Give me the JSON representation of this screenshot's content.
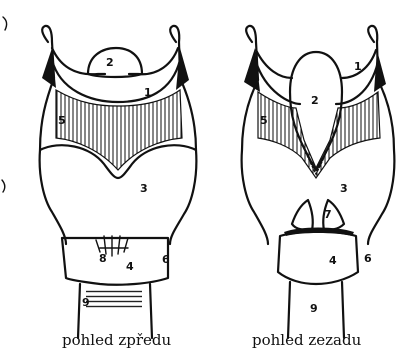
{
  "figure": {
    "front_view": {
      "caption": "pohled zpředu",
      "labels": {
        "l1": "1",
        "l2": "2",
        "l3": "3",
        "l4": "4",
        "l5": "5",
        "l6": "6",
        "l8": "8",
        "l9": "9"
      }
    },
    "back_view": {
      "caption": "pohled zezadu",
      "labels": {
        "l1": "1",
        "l2": "2",
        "l3": "3",
        "l4": "4",
        "l5": "5",
        "l6": "6",
        "l7": "7",
        "l9": "9"
      }
    }
  }
}
